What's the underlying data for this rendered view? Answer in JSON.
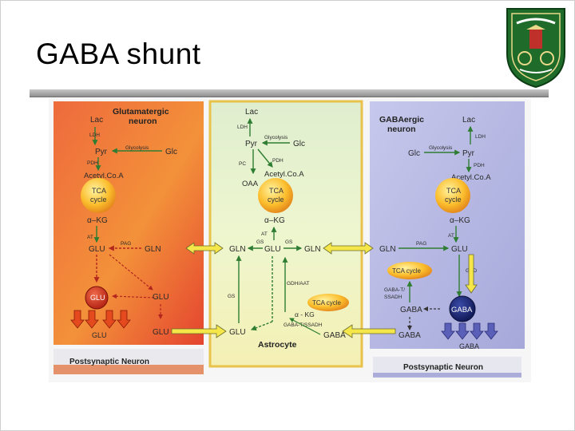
{
  "slide": {
    "title": "GABA shunt"
  },
  "panels": {
    "glutamatergic": {
      "title1": "Glutamatergic",
      "title2": "neuron"
    },
    "astrocyte": {
      "title": "Astrocyte"
    },
    "gabaergic": {
      "title1": "GABAergic",
      "title2": "neuron"
    },
    "postsynaptic_left": "Postsynaptic Neuron",
    "postsynaptic_right": "Postsynaptic Neuron"
  },
  "labels": {
    "lac": "Lac",
    "ldh": "LDH",
    "pyr": "Pyr",
    "glc": "Glc",
    "glycolysis": "Glycolysis",
    "pdh": "PDH",
    "acetylcoa": "Acetyl.Co.A",
    "tca1": "TCA",
    "tca2": "cycle",
    "akg": "α–KG",
    "at": "AT",
    "glu": "GLU",
    "pag": "PAG",
    "gln": "GLN",
    "gs": "GS",
    "pc": "PC",
    "oaa": "OAA",
    "gdh_aat": "GDH/AAT",
    "tca_cycle": "TCA cycle",
    "alpha_kg": "α - KG",
    "gaba_t_ssadh": "GABA-T/SSADH",
    "gaba": "GABA",
    "gad": "GAD",
    "gaba_t_1": "GABA-T/",
    "gaba_t_2": "SSADH"
  }
}
